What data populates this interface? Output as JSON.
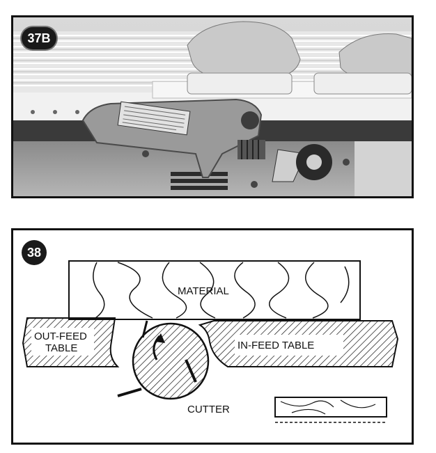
{
  "figure_37b": {
    "badge": "37B"
  },
  "figure_38": {
    "badge": "38",
    "labels": {
      "material": "MATERIAL",
      "outfeed_line1": "OUT-FEED",
      "outfeed_line2": "TABLE",
      "infeed": "IN-FEED TABLE",
      "cutter": "CUTTER"
    }
  }
}
